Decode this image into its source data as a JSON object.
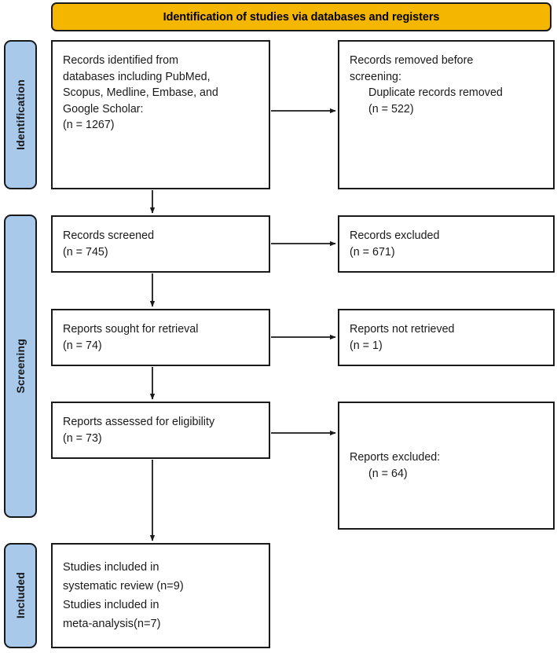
{
  "banner": {
    "title": "Identification of studies via databases and registers"
  },
  "phases": [
    {
      "id": "identification",
      "label": "Identification"
    },
    {
      "id": "screening",
      "label": "Screening"
    },
    {
      "id": "included",
      "label": "Included"
    }
  ],
  "boxes": {
    "identified": {
      "lines": [
        "Records identified from",
        "databases including PubMed,",
        "Scopus, Medline, Embase, and",
        "Google Scholar:",
        "(n = 1267)"
      ]
    },
    "removed": {
      "line1": "Records removed ",
      "line1_italic": "before",
      "line2_italic": "screening",
      "line2_tail": ":",
      "line3": "Duplicate records removed",
      "line4": "(n = 522)"
    },
    "screened": {
      "line1": "Records screened",
      "line2": "(n = 745)"
    },
    "excluded_1": {
      "line1": "Records excluded",
      "line2": "(n = 671)"
    },
    "sought": {
      "line1": "Reports sought for retrieval",
      "line2": "(n = 74)"
    },
    "not_retrieved": {
      "line1": "Reports not retrieved",
      "line2": "(n = 1)"
    },
    "assessed": {
      "line1": "Reports assessed for eligibility",
      "line2": "(n = 73)"
    },
    "excluded_2": {
      "line1": "Reports excluded:",
      "line2": "(n = 64)"
    },
    "included": {
      "line1": "Studies included in",
      "line2": "systematic review (n=9)",
      "line3": "Studies included in",
      "line4": "meta-analysis(n=7)"
    }
  },
  "colors": {
    "banner_fill": "#F5B600",
    "phase_fill": "#A9C9EB",
    "border": "#1a1a1a",
    "box_fill": "#ffffff",
    "text": "#1a1a1a"
  },
  "chart_data": {
    "type": "diagram",
    "title": "PRISMA 2020 flow diagram",
    "nodes": [
      {
        "id": "identified",
        "phase": "Identification",
        "column": "left",
        "n": 1267,
        "label": "Records identified from databases including PubMed, Scopus, Medline, Embase, and Google Scholar"
      },
      {
        "id": "removed",
        "phase": "Identification",
        "column": "right",
        "n": 522,
        "label": "Records removed before screening: Duplicate records removed"
      },
      {
        "id": "screened",
        "phase": "Screening",
        "column": "left",
        "n": 745,
        "label": "Records screened"
      },
      {
        "id": "excluded_1",
        "phase": "Screening",
        "column": "right",
        "n": 671,
        "label": "Records excluded"
      },
      {
        "id": "sought",
        "phase": "Screening",
        "column": "left",
        "n": 74,
        "label": "Reports sought for retrieval"
      },
      {
        "id": "not_retrieved",
        "phase": "Screening",
        "column": "right",
        "n": 1,
        "label": "Reports not retrieved"
      },
      {
        "id": "assessed",
        "phase": "Screening",
        "column": "left",
        "n": 73,
        "label": "Reports assessed for eligibility"
      },
      {
        "id": "excluded_2",
        "phase": "Screening",
        "column": "right",
        "n": 64,
        "label": "Reports excluded"
      },
      {
        "id": "included",
        "phase": "Included",
        "column": "left",
        "n": 9,
        "n_meta": 7,
        "label": "Studies included in systematic review; Studies included in meta-analysis"
      }
    ],
    "edges": [
      {
        "from": "identified",
        "to": "removed",
        "direction": "right"
      },
      {
        "from": "identified",
        "to": "screened",
        "direction": "down"
      },
      {
        "from": "screened",
        "to": "excluded_1",
        "direction": "right"
      },
      {
        "from": "screened",
        "to": "sought",
        "direction": "down"
      },
      {
        "from": "sought",
        "to": "not_retrieved",
        "direction": "right"
      },
      {
        "from": "sought",
        "to": "assessed",
        "direction": "down"
      },
      {
        "from": "assessed",
        "to": "excluded_2",
        "direction": "right"
      },
      {
        "from": "assessed",
        "to": "included",
        "direction": "down"
      }
    ]
  }
}
